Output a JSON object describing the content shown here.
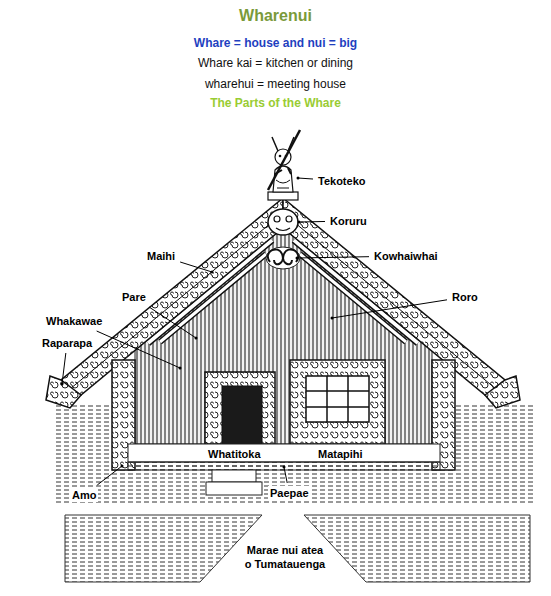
{
  "diagram": {
    "title": "Wharenui",
    "labels": [
      "Whare = house and nui = big",
      "Whare kai = kitchen or dining",
      "wharehui = meeting house",
      "The Parts of the Whare",
      "Tekoteko",
      "Koruru",
      "Maihi",
      "Kowhaiwhai",
      "Pare",
      "Roro",
      "Whakawae",
      "Raparapa",
      "Whatitoka",
      "Matapihi",
      "Amo",
      "Paepae",
      "Marae nui atea o Tumatauenga"
    ]
  }
}
